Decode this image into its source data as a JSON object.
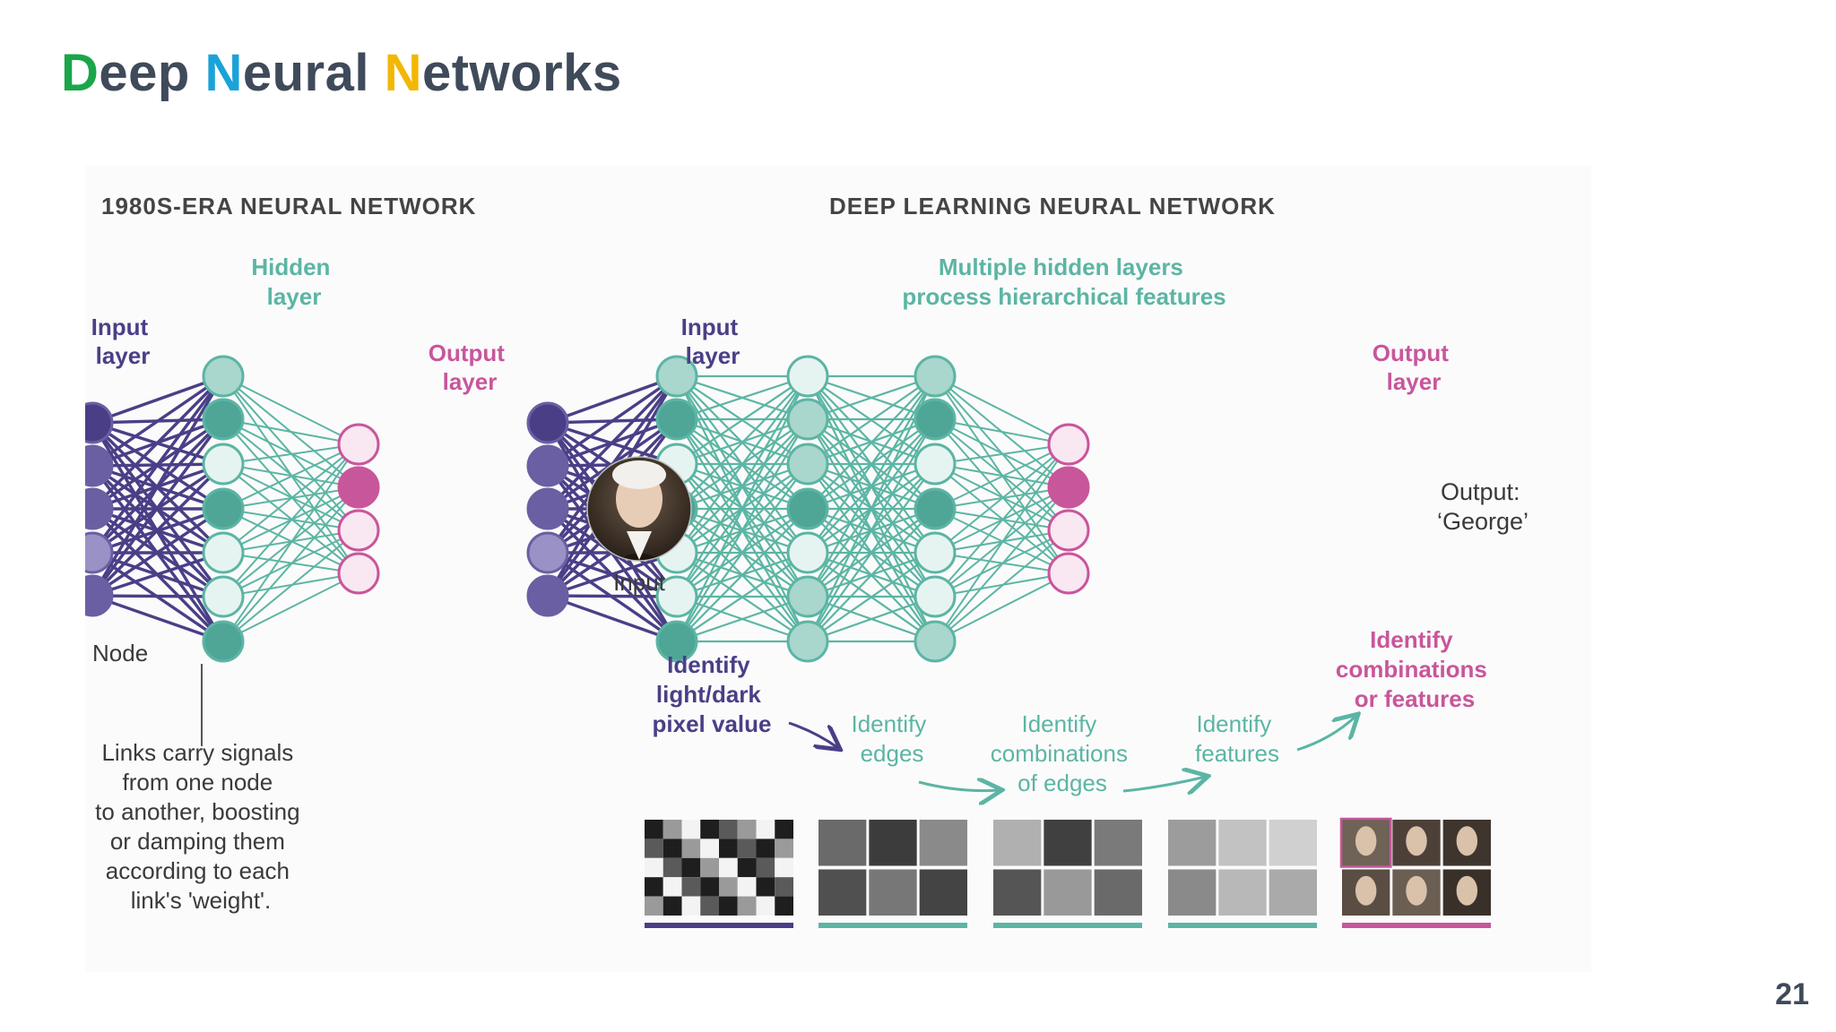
{
  "slide": {
    "title_parts": [
      {
        "text": "D",
        "color": "#1aa64a"
      },
      {
        "text": "eep ",
        "color": "#3f4a5a"
      },
      {
        "text": "N",
        "color": "#1aa3d9"
      },
      {
        "text": "eural ",
        "color": "#3f4a5a"
      },
      {
        "text": "N",
        "color": "#f2b705"
      },
      {
        "text": "etworks",
        "color": "#3f4a5a"
      }
    ],
    "page_number": "21"
  },
  "colors": {
    "purple": "#4a3f87",
    "purple_mid": "#6a5fa3",
    "purple_light": "#9a92c6",
    "teal": "#5cb5a4",
    "teal_dark": "#4fa696",
    "teal_light": "#e6f4f1",
    "teal_mid": "#a9d6cd",
    "magenta": "#c8569b",
    "magenta_light": "#f9e7f1",
    "gray_text": "#3a3a3a"
  },
  "left_panel": {
    "heading": "1980S-ERA NEURAL NETWORK",
    "input_label": [
      "Input",
      "layer"
    ],
    "hidden_label": [
      "Hidden",
      "layer"
    ],
    "output_label": [
      "Output",
      "layer"
    ],
    "node_label": "Node",
    "links_caption": [
      "Links carry signals",
      "from one node",
      "to another, boosting",
      "or damping them",
      "according to each",
      "link's 'weight'."
    ]
  },
  "right_panel": {
    "heading": "DEEP LEARNING NEURAL NETWORK",
    "hidden_label": [
      "Multiple hidden layers",
      "process hierarchical features"
    ],
    "input_layer_label": [
      "Input",
      "layer"
    ],
    "output_layer_label": [
      "Output",
      "layer"
    ],
    "input_image_label": "Input",
    "output_value_label": [
      "Output:",
      "‘George’"
    ],
    "stage_pixel": [
      "Identify",
      "light/dark",
      "pixel value"
    ],
    "stage_edges": [
      "Identify",
      "edges"
    ],
    "stage_combinations": [
      "Identify",
      "combinations",
      "of edges"
    ],
    "stage_features": [
      "Identify",
      "features"
    ],
    "stage_output": [
      "Identify",
      "combinations",
      "or features"
    ]
  }
}
